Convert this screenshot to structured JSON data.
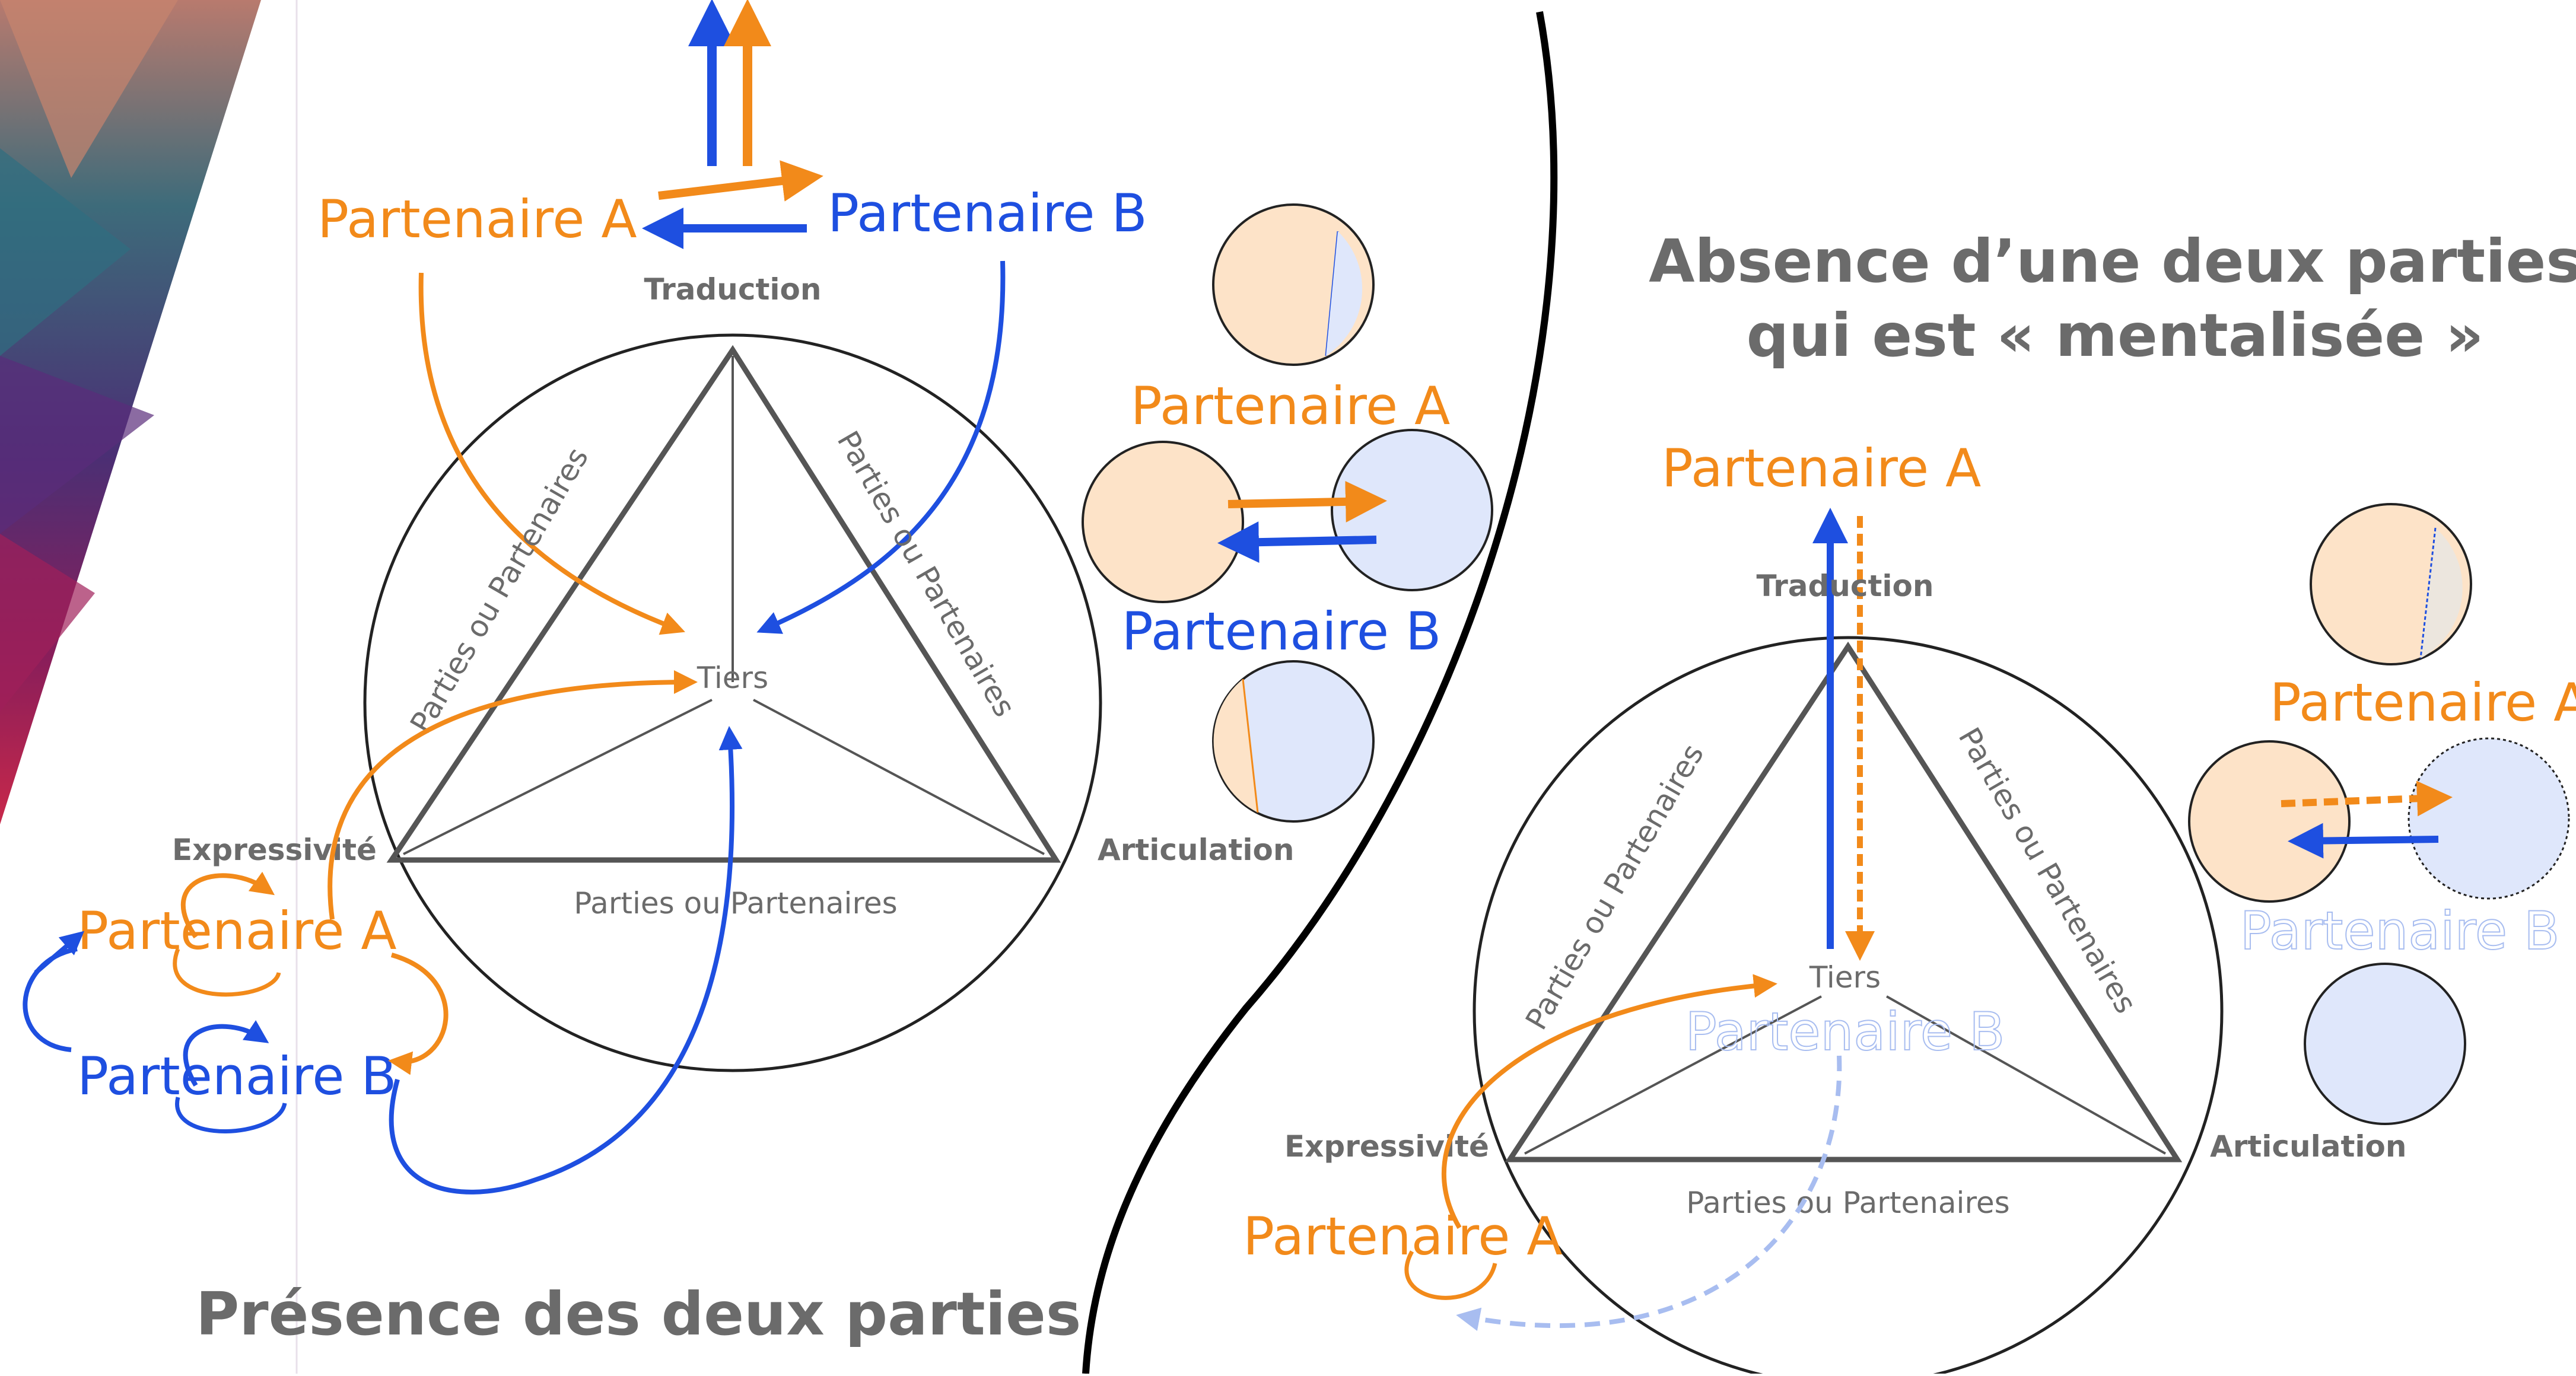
{
  "colors": {
    "orange": "#f28a1a",
    "blue": "#1e4fe0",
    "faded_blue": "#a8bdf0",
    "grey_text": "#6b6b6b",
    "orange_fill": "#fde3c8",
    "blue_fill": "#dfe7fb"
  },
  "left": {
    "partner_a": "Partenaire A",
    "partner_b": "Partenaire B",
    "traduction": "Traduction",
    "tiers": "Tiers",
    "expressivite": "Expressivité",
    "articulation": "Articulation",
    "side_left": "Parties ou Partenaires",
    "side_right": "Parties ou Partenaires",
    "side_bottom": "Parties ou Partenaires",
    "pair_label_a": "Partenaire A",
    "pair_label_b": "Partenaire B",
    "bottom_partner_a": "Partenaire A",
    "bottom_partner_b": "Partenaire B",
    "caption": "Présence des deux parties"
  },
  "right": {
    "title_line1": "Absence d’une deux parties",
    "title_line2": "qui est « mentalisée »",
    "partner_a_top": "Partenaire A",
    "traduction": "Traduction",
    "tiers": "Tiers",
    "faded_partner_b": "Partenaire B",
    "expressivite": "Expressivité",
    "articulation": "Articulation",
    "side_left": "Parties ou Partenaires",
    "side_right": "Parties ou Partenaires",
    "side_bottom": "Parties ou Partenaires",
    "partner_a_bottom": "Partenaire A",
    "pair_label_a": "Partenaire A",
    "pair_label_b_faded": "Partenaire B"
  }
}
